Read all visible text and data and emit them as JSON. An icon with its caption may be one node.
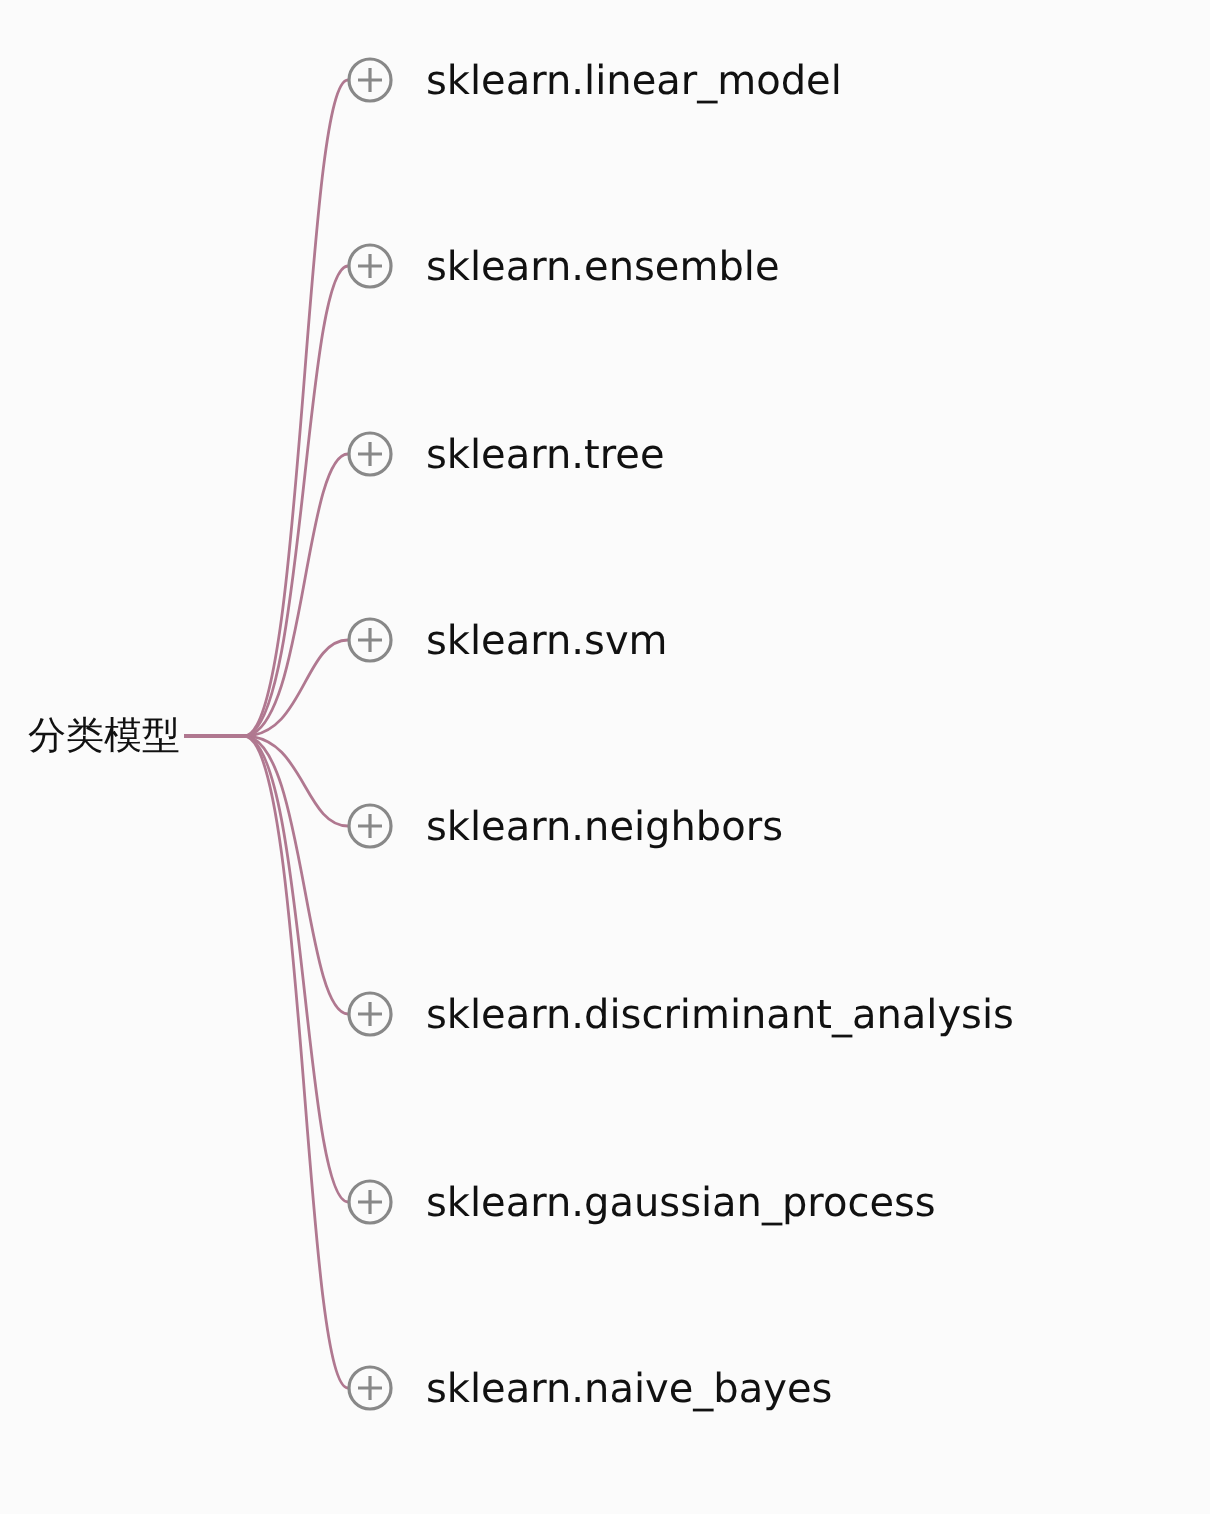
{
  "diagram": {
    "nodes": [
      {
        "text": [
          "分类模型"
        ]
      },
      {
        "text": [
          "sklearn.linear_model"
        ]
      },
      {
        "text": [
          "sklearn.ensemble"
        ]
      },
      {
        "text": [
          "sklearn.tree"
        ]
      },
      {
        "text": [
          "sklearn.svm"
        ]
      },
      {
        "text": [
          "sklearn.neighbors"
        ]
      },
      {
        "text": [
          "sklearn.discriminant_analysis"
        ]
      },
      {
        "text": [
          "sklearn.gaussian_process"
        ]
      },
      {
        "text": [
          "sklearn.naive_bayes"
        ]
      }
    ],
    "edges": [
      {
        "from": 0,
        "to": 1,
        "arrow": "none"
      },
      {
        "from": 0,
        "to": 2,
        "arrow": "none"
      },
      {
        "from": 0,
        "to": 3,
        "arrow": "none"
      },
      {
        "from": 0,
        "to": 4,
        "arrow": "none"
      },
      {
        "from": 0,
        "to": 5,
        "arrow": "none"
      },
      {
        "from": 0,
        "to": 6,
        "arrow": "none"
      },
      {
        "from": 0,
        "to": 7,
        "arrow": "none"
      },
      {
        "from": 0,
        "to": 8,
        "arrow": "none"
      }
    ]
  }
}
